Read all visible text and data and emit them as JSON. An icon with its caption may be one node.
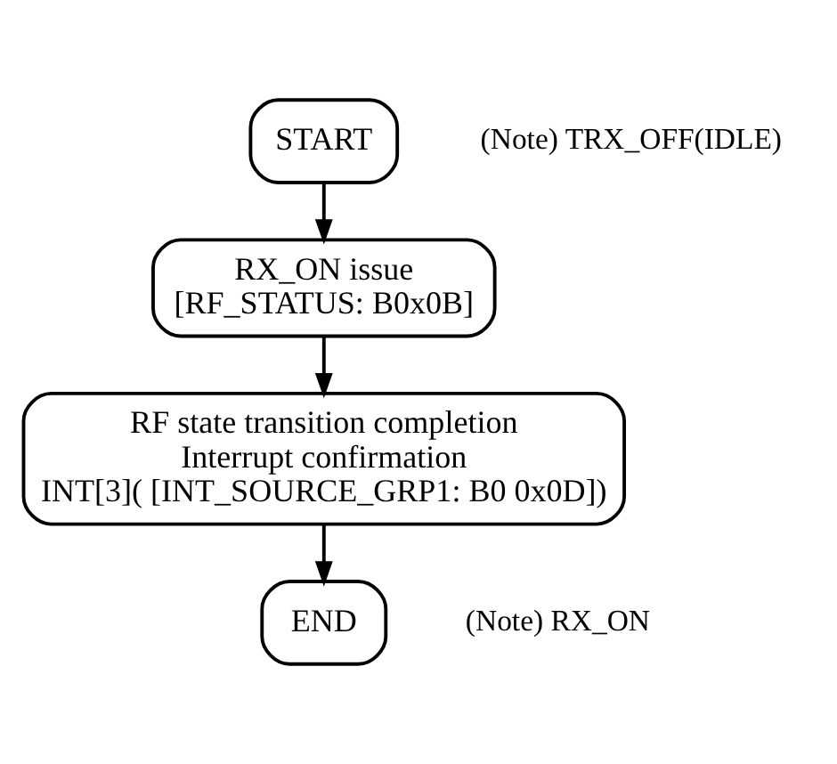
{
  "diagram": {
    "nodes": [
      {
        "text": [
          "START"
        ],
        "beside": [
          "(Note) TRX_OFF(IDLE)"
        ]
      },
      {
        "text": [
          "RX_ON issue",
          "[RF_STATUS: B0x0B]"
        ]
      },
      {
        "text": [
          "RF state transition completion",
          "Interrupt confirmation",
          "INT[3]( [INT_SOURCE_GRP1: B0 0x0D])"
        ]
      },
      {
        "text": [
          "END"
        ],
        "beside": [
          "(Note) RX_ON"
        ]
      }
    ],
    "edges": [
      {
        "from": 0,
        "to": 1,
        "arrow": "to"
      },
      {
        "from": 1,
        "to": 2,
        "arrow": "to"
      },
      {
        "from": 2,
        "to": 3,
        "arrow": "to"
      }
    ]
  }
}
